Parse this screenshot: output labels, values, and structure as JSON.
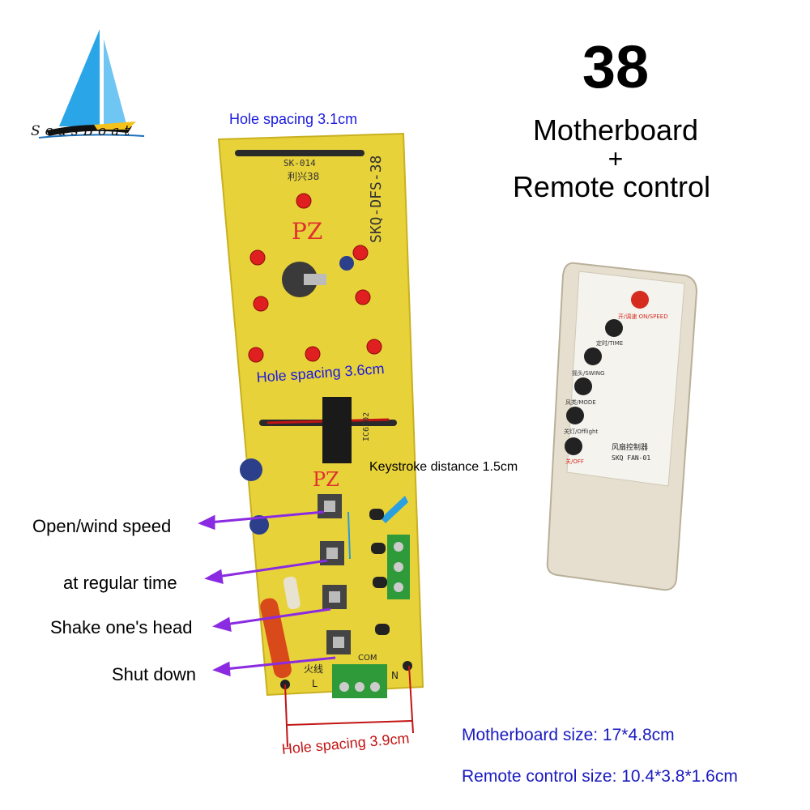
{
  "logo": {
    "brand_text": "SeasBoat",
    "icon": "sailboat-icon"
  },
  "title": {
    "model_number": "38",
    "line1": "Motherboard",
    "plus": "+",
    "line2": "Remote control"
  },
  "board": {
    "silkscreen_code": "SK-014",
    "silkscreen_name": "利兴38",
    "model_print": "SKQ-DFS-38",
    "logo_print": "PZ",
    "chip_label": "IC6202",
    "terminal_labels": {
      "live": "火线",
      "live_letter": "L",
      "com": "COM",
      "neutral_letter": "N"
    }
  },
  "annotations": {
    "hole_spacing_top": "Hole spacing 3.1cm",
    "hole_spacing_middle": "Hole spacing 3.6cm",
    "hole_spacing_bottom": "Hole spacing 3.9cm",
    "keystroke_distance": "Keystroke distance 1.5cm"
  },
  "button_functions": [
    {
      "label": "Open/wind speed"
    },
    {
      "label": "at regular time"
    },
    {
      "label": "Shake one's head"
    },
    {
      "label": "Shut down"
    }
  ],
  "sizes": {
    "motherboard": "Motherboard size: 17*4.8cm",
    "remote": "Remote control size: 10.4*3.8*1.6cm"
  },
  "remote": {
    "buttons": [
      {
        "label": "开/调速 ON/SPEED",
        "color": "#d62b1f"
      },
      {
        "label": "定时/TIME",
        "color": "#222222"
      },
      {
        "label": "摇头/SWING",
        "color": "#222222"
      },
      {
        "label": "风类/MODE",
        "color": "#222222"
      },
      {
        "label": "关灯/Offlight",
        "color": "#222222"
      },
      {
        "label": "关/OFF",
        "color": "#222222"
      }
    ],
    "product_name": "风扇控制器",
    "model": "SKQ FAN-01"
  },
  "colors": {
    "board_yellow": "#e8d23a",
    "arrow_purple": "#8a2be2",
    "note_blue": "#1a1adf",
    "note_red": "#c21414"
  }
}
